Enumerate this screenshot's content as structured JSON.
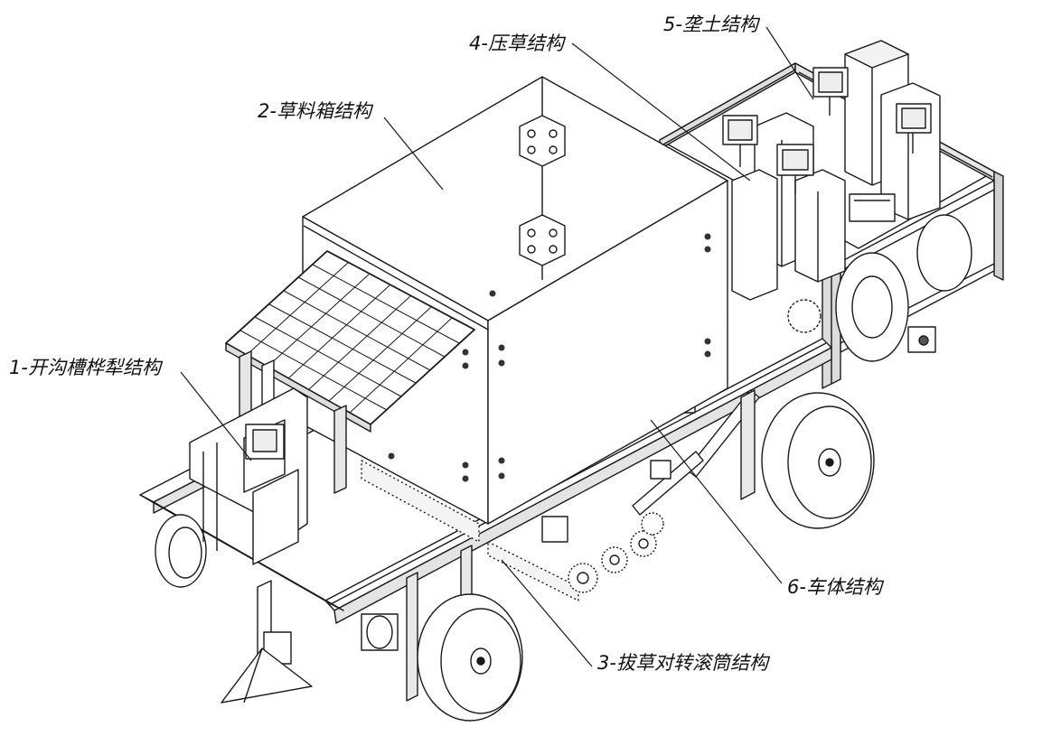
{
  "labels": {
    "trench_plough": "1-开沟槽桦犁结构",
    "grass_box": "2-草料箱结构",
    "weeding_rollers": "3-拔草对转滚筒结构",
    "grass_press": "4-压草结构",
    "soil_ridging": "5-垄土结构",
    "vehicle_body": "6-车体结构"
  },
  "colors": {
    "line": "#1a1a1a",
    "fill": "#ffffff",
    "shade": "#d9d9d9",
    "dark": "#555555"
  }
}
